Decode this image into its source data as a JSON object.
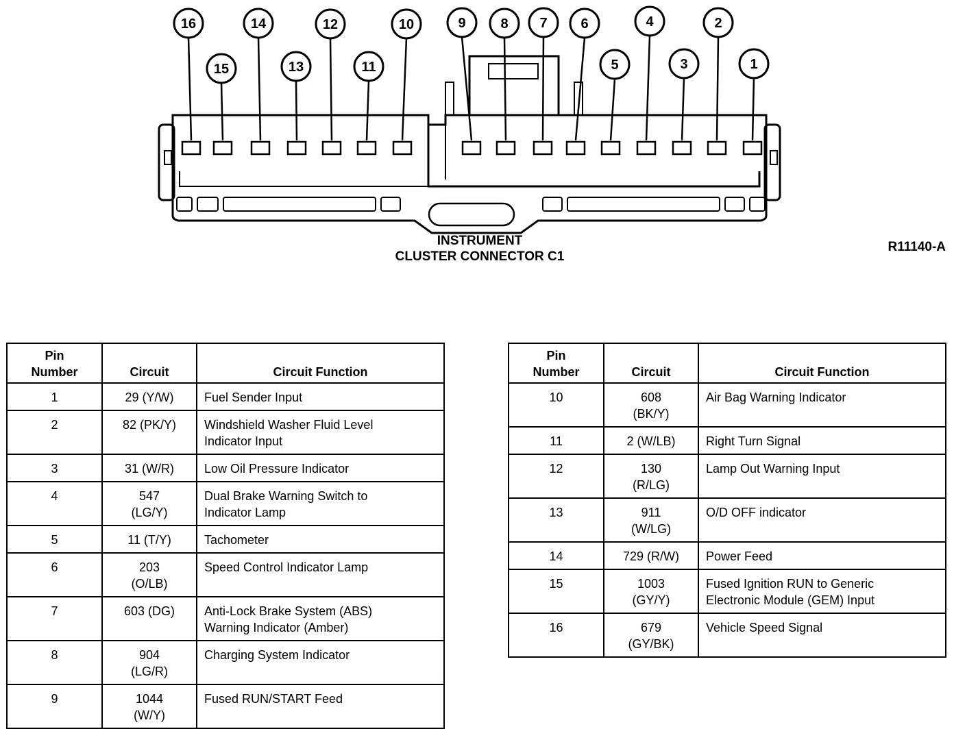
{
  "diagram": {
    "caption_line1": "INSTRUMENT",
    "caption_line2": "CLUSTER CONNECTOR C1",
    "figure_id": "R11140-A",
    "pin_callouts": [
      "16",
      "15",
      "14",
      "13",
      "12",
      "11",
      "10",
      "9",
      "8",
      "7",
      "6",
      "5",
      "4",
      "3",
      "2",
      "1"
    ]
  },
  "table_headers": {
    "pin": "Pin\nNumber",
    "circuit": "Circuit",
    "function": "Circuit Function"
  },
  "left_table": [
    {
      "pin": "1",
      "circuit": "29 (Y/W)",
      "function": "Fuel Sender Input"
    },
    {
      "pin": "2",
      "circuit": "82 (PK/Y)",
      "function": "Windshield Washer Fluid Level\nIndicator Input"
    },
    {
      "pin": "3",
      "circuit": "31 (W/R)",
      "function": "Low Oil Pressure Indicator"
    },
    {
      "pin": "4",
      "circuit": "547\n(LG/Y)",
      "function": "Dual Brake Warning Switch to\nIndicator Lamp"
    },
    {
      "pin": "5",
      "circuit": "11 (T/Y)",
      "function": "Tachometer"
    },
    {
      "pin": "6",
      "circuit": "203\n(O/LB)",
      "function": "Speed Control Indicator Lamp"
    },
    {
      "pin": "7",
      "circuit": "603 (DG)",
      "function": "Anti-Lock Brake System (ABS)\nWarning Indicator (Amber)"
    },
    {
      "pin": "8",
      "circuit": "904\n(LG/R)",
      "function": "Charging System Indicator"
    },
    {
      "pin": "9",
      "circuit": "1044\n(W/Y)",
      "function": "Fused RUN/START Feed"
    }
  ],
  "right_table": [
    {
      "pin": "10",
      "circuit": "608\n(BK/Y)",
      "function": "Air Bag Warning Indicator"
    },
    {
      "pin": "11",
      "circuit": "2 (W/LB)",
      "function": "Right Turn Signal"
    },
    {
      "pin": "12",
      "circuit": "130\n(R/LG)",
      "function": "Lamp Out Warning Input"
    },
    {
      "pin": "13",
      "circuit": "911\n(W/LG)",
      "function": "O/D OFF indicator"
    },
    {
      "pin": "14",
      "circuit": "729 (R/W)",
      "function": "Power Feed"
    },
    {
      "pin": "15",
      "circuit": "1003\n(GY/Y)",
      "function": "Fused Ignition RUN to Generic\nElectronic Module (GEM) Input"
    },
    {
      "pin": "16",
      "circuit": "679\n(GY/BK)",
      "function": "Vehicle Speed Signal"
    }
  ]
}
